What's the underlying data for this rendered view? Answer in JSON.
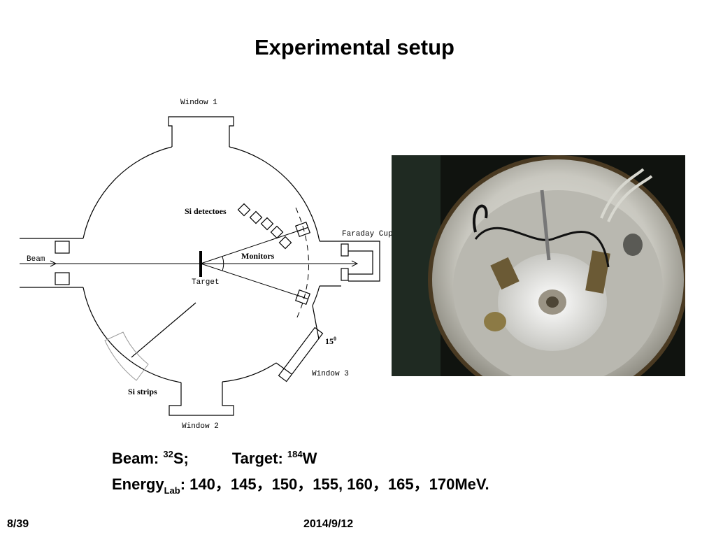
{
  "slide": {
    "title": "Experimental setup",
    "page_number": "8/39",
    "date": "2014/9/12"
  },
  "diagram": {
    "window1": "Window 1",
    "window2": "Window 2",
    "window3": "Window 3",
    "si_detectors": "Si detectoes",
    "faraday_cup": "Faraday Cup",
    "beam": "Beam",
    "monitors": "Monitors",
    "target": "Target",
    "angle": "15",
    "angle_sup": "0",
    "si_strips": "Si strips"
  },
  "info": {
    "beam_label": "Beam:",
    "beam_mass": "32",
    "beam_element": "S;",
    "target_label": "Target:",
    "target_mass": "184",
    "target_element": "W",
    "energy_label": "Energy",
    "energy_sub": "Lab",
    "energy_values": ": 140，145，150，155, 160，165，170MeV."
  }
}
